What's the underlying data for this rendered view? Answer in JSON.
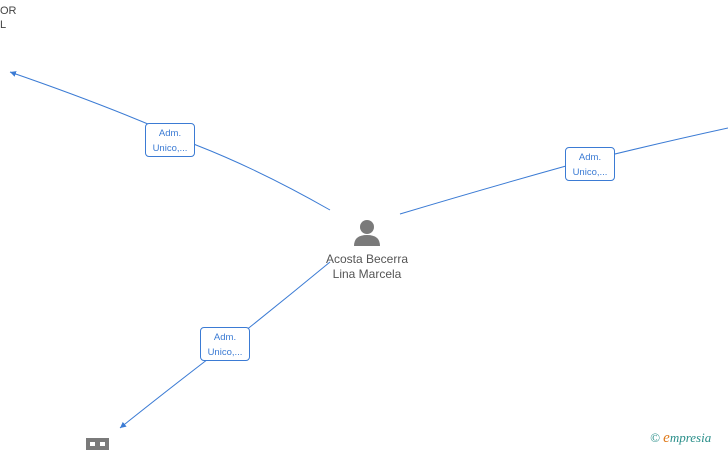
{
  "top_left_label": {
    "line1": "OR",
    "line2": "L"
  },
  "center_person": {
    "name": "Acosta Becerra Lina Marcela",
    "icon": "person-icon"
  },
  "edges": [
    {
      "id": "upper-left",
      "label_line1": "Adm.",
      "label_line2": "Unico,..."
    },
    {
      "id": "upper-right",
      "label_line1": "Adm.",
      "label_line2": "Unico,..."
    },
    {
      "id": "lower-left",
      "label_line1": "Adm.",
      "label_line2": "Unico,..."
    }
  ],
  "colors": {
    "edge": "#3b7bd4",
    "icon": "#7a7a7a"
  },
  "watermark": {
    "copyright": "©",
    "e": "e",
    "rest": "mpresia"
  }
}
